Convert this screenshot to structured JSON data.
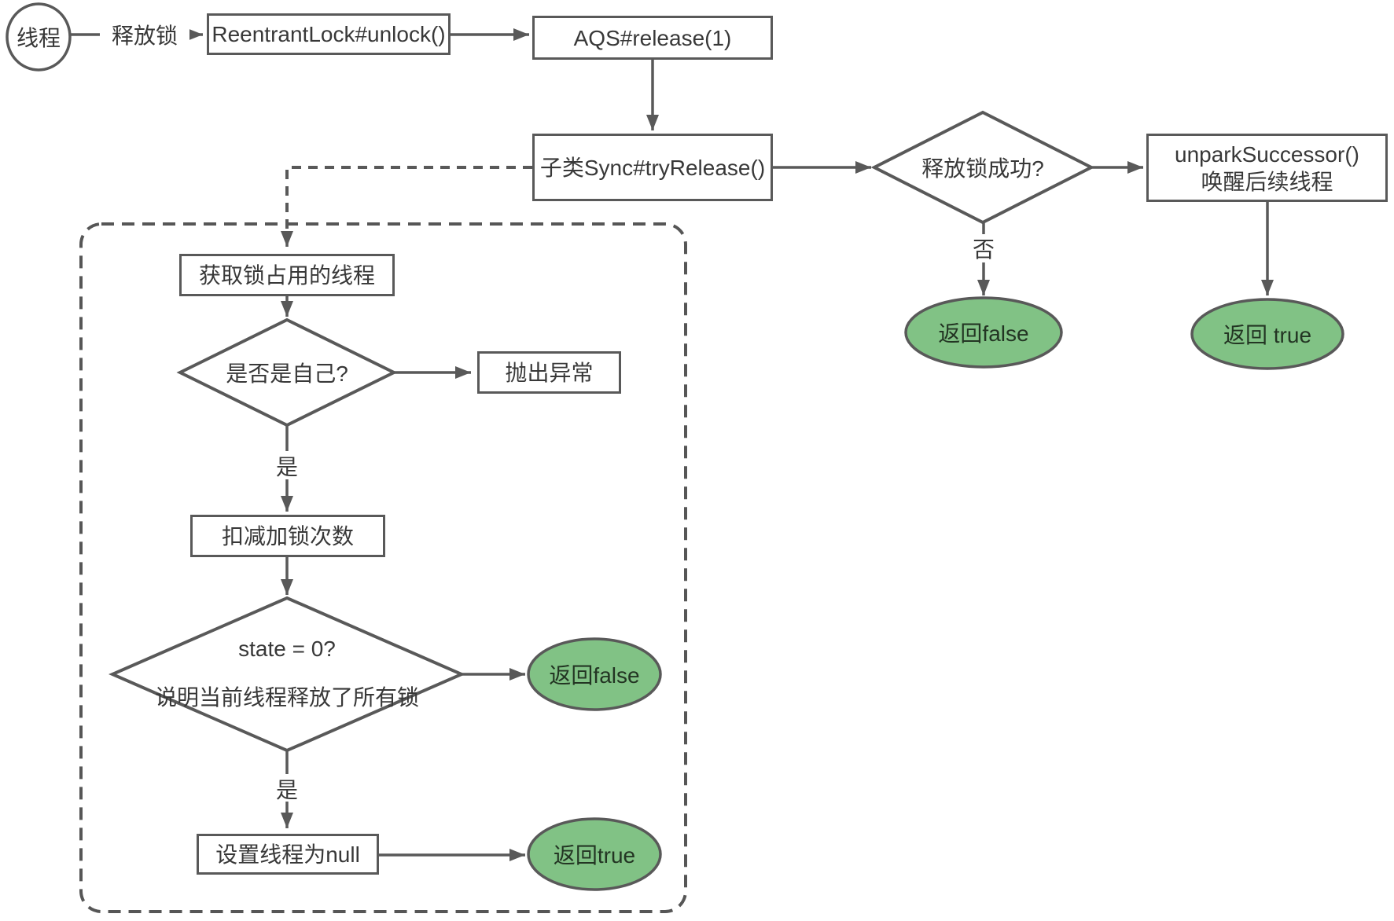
{
  "colors": {
    "stroke": "#595959",
    "green_fill": "#81C285",
    "text": "#383838"
  },
  "nodes": {
    "start_circle": "线程",
    "release_edge_label": "释放锁",
    "unlock_box": "ReentrantLock#unlock()",
    "aqs_release_box": "AQS#release(1)",
    "try_release_box": "子类Sync#tryRelease()",
    "success_diamond": "释放锁成功?",
    "unpark_box_line1": "unparkSuccessor()",
    "unpark_box_line2": "唤醒后续线程",
    "no_label": "否",
    "return_false_outer": "返回false",
    "return_true_outer": "返回 true",
    "get_thread_box": "获取锁占用的线程",
    "is_self_diamond": "是否是自己?",
    "throw_exception_box": "抛出异常",
    "yes_label_1": "是",
    "decrement_box": "扣减加锁次数",
    "state_diamond_line1": "state = 0?",
    "state_diamond_line2": "说明当前线程释放了所有锁",
    "return_false_inner": "返回false",
    "yes_label_2": "是",
    "set_null_box": "设置线程为null",
    "return_true_inner": "返回true"
  }
}
